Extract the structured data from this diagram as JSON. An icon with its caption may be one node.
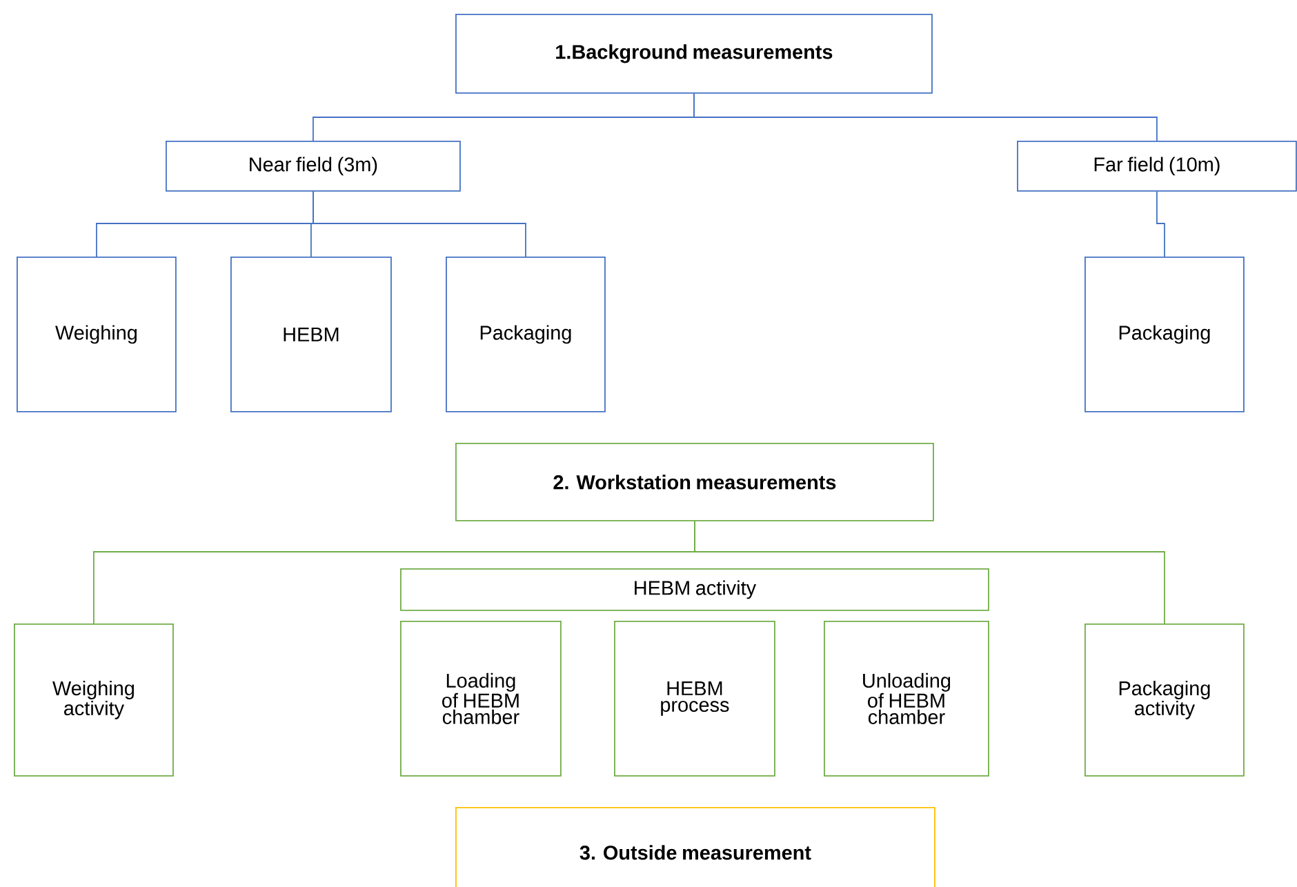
{
  "diagram": {
    "nodes": [
      {
        "text": [
          "1.Background measurements"
        ]
      },
      {
        "text": [
          "Near field (3m)"
        ]
      },
      {
        "text": [
          "Far field (10m)"
        ]
      },
      {
        "text": [
          "Weighing"
        ]
      },
      {
        "text": [
          "HEBM"
        ]
      },
      {
        "text": [
          "Packaging"
        ]
      },
      {
        "text": [
          "Packaging"
        ]
      },
      {
        "text": [
          "2. Workstation measurements"
        ]
      },
      {
        "text": [
          "HEBM activity"
        ]
      },
      {
        "text": [
          "Weighing activity"
        ]
      },
      {
        "text": [
          "Loading of HEBM chamber"
        ]
      },
      {
        "text": [
          "HEBM process"
        ]
      },
      {
        "text": [
          "Unloading of HEBM chamber"
        ]
      },
      {
        "text": [
          "Packaging activity"
        ]
      },
      {
        "text": [
          "3. Outside measurement"
        ]
      }
    ],
    "edges": [
      {
        "from": 0,
        "to": 1,
        "arrow": "none"
      },
      {
        "from": 0,
        "to": 2,
        "arrow": "none"
      },
      {
        "from": 1,
        "to": 3,
        "arrow": "none"
      },
      {
        "from": 1,
        "to": 4,
        "arrow": "none"
      },
      {
        "from": 1,
        "to": 5,
        "arrow": "none"
      },
      {
        "from": 2,
        "to": 6,
        "arrow": "none"
      },
      {
        "from": 7,
        "to": 9,
        "arrow": "none",
        "color": "#70ad47"
      },
      {
        "from": 7,
        "to": 13,
        "arrow": "none",
        "color": "#70ad47"
      }
    ]
  }
}
